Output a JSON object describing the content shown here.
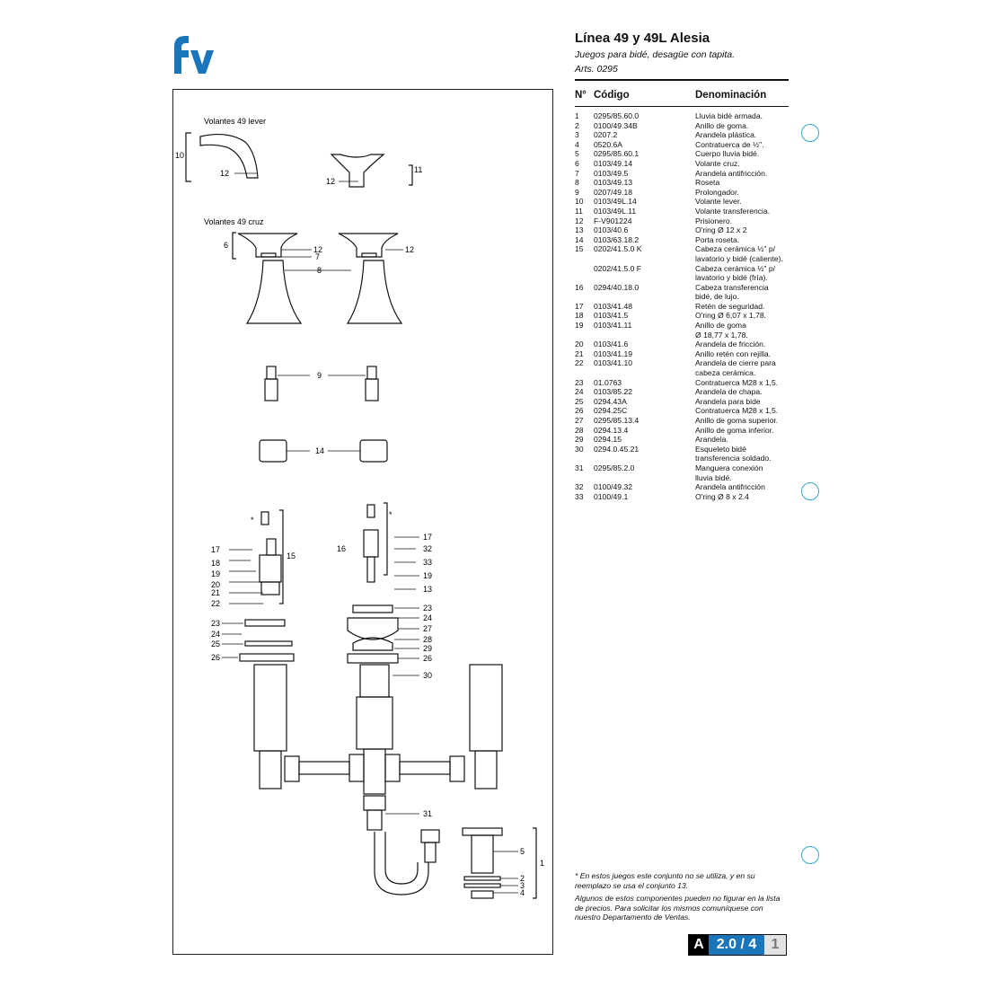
{
  "header": {
    "logo": "fv",
    "title": "Línea 49 y 49L Alesia",
    "subtitle": "Juegos para bidé, desagüe con tapita.",
    "arts": "Arts. 0295"
  },
  "brand_color": "#1a75bb",
  "table": {
    "col_num": "N°",
    "col_code": "Código",
    "col_name": "Denominación",
    "rows": [
      {
        "n": "1",
        "code": "0295/85.60.0",
        "name": "Lluvia bidé armada."
      },
      {
        "n": "2",
        "code": "0100/49.34B",
        "name": "Anillo de goma."
      },
      {
        "n": "3",
        "code": "0207.2",
        "name": "Arandela plástica."
      },
      {
        "n": "4",
        "code": "0520.6A",
        "name": "Contratuerca de ½\"."
      },
      {
        "n": "5",
        "code": "0295/85.60.1",
        "name": "Cuerpo lluvia bidé."
      },
      {
        "n": "6",
        "code": "0103/49.14",
        "name": "Volante cruz."
      },
      {
        "n": "7",
        "code": "0103/49.5",
        "name": "Arandela antifricción."
      },
      {
        "n": "8",
        "code": "0103/49.13",
        "name": "Roseta"
      },
      {
        "n": "9",
        "code": "0207/49.18",
        "name": "Prolongador."
      },
      {
        "n": "10",
        "code": "0103/49L.14",
        "name": "Volante lever."
      },
      {
        "n": "11",
        "code": "0103/49L.11",
        "name": "Volante transferencia."
      },
      {
        "n": "12",
        "code": "F-V901224",
        "name": "Prisionero."
      },
      {
        "n": "13",
        "code": "0103/40.6",
        "name": "O'ring Ø 12 x 2"
      },
      {
        "n": "14",
        "code": "0103/63.18.2",
        "name": "Porta roseta."
      },
      {
        "n": "15",
        "code": "0202/41.5.0 K",
        "name": "Cabeza cerámica ½\" p/\nlavatorio y bidé (caliente)."
      },
      {
        "n": "",
        "code": "0202/41.5.0 F",
        "name": "Cabeza cerámica ½\" p/\nlavatorio y bidé (fría)."
      },
      {
        "n": "16",
        "code": "0294/40.18.0",
        "name": "Cabeza transferencia\nbidé, de lujo."
      },
      {
        "n": "17",
        "code": "0103/41.48",
        "name": "Retén de seguridad."
      },
      {
        "n": "18",
        "code": "0103/41.5",
        "name": "O'ring Ø 6,07 x 1,78."
      },
      {
        "n": "19",
        "code": "0103/41.11",
        "name": "Anillo de goma\nØ 18,77 x 1,78."
      },
      {
        "n": "20",
        "code": "0103/41.6",
        "name": "Arandela de fricción."
      },
      {
        "n": "21",
        "code": "0103/41.19",
        "name": "Anillo retén con rejilla."
      },
      {
        "n": "22",
        "code": "0103/41.10",
        "name": "Arandela de cierre para\ncabeza cerámica."
      },
      {
        "n": "23",
        "code": "01.0763",
        "name": "Contratuerca M28 x 1,5."
      },
      {
        "n": "24",
        "code": "0103/85.22",
        "name": "Arandela de chapa."
      },
      {
        "n": "25",
        "code": "0294.43A",
        "name": "Arandela para bide"
      },
      {
        "n": "26",
        "code": "0294.25C",
        "name": "Contratuerca M28 x 1,5."
      },
      {
        "n": "27",
        "code": "0295/85.13.4",
        "name": "Anillo de goma superior."
      },
      {
        "n": "28",
        "code": "0294.13.4",
        "name": "Anillo de goma inferior."
      },
      {
        "n": "29",
        "code": "0294.15",
        "name": "Arandela."
      },
      {
        "n": "30",
        "code": "0294.0.45.21",
        "name": "Esqueleto bidé\ntransferencia soldado."
      },
      {
        "n": "31",
        "code": "0295/85.2.0",
        "name": "Manguera conexión\nlluvia bidé."
      },
      {
        "n": "32",
        "code": "0100/49.32",
        "name": "Arandela antifricción"
      },
      {
        "n": "33",
        "code": "0100/49.1",
        "name": "O'ring Ø 8 x 2.4"
      }
    ]
  },
  "diagram": {
    "caption_lever": "Volantes 49 lever",
    "caption_cruz": "Volantes 49 cruz",
    "asterisk": "*",
    "callouts": {
      "c1": "1",
      "c2": "2",
      "c3": "3",
      "c4": "4",
      "c5": "5",
      "c6": "6",
      "c7": "7",
      "c8": "8",
      "c9": "9",
      "c10": "10",
      "c11": "11",
      "c12": "12",
      "c13": "13",
      "c14": "14",
      "c15": "15",
      "c16": "16",
      "c17": "17",
      "c18": "18",
      "c19": "19",
      "c20": "20",
      "c21": "21",
      "c22": "22",
      "c23": "23",
      "c24": "24",
      "c25": "25",
      "c26": "26",
      "c27": "27",
      "c28": "28",
      "c29": "29",
      "c30": "30",
      "c31": "31",
      "c32": "32",
      "c33": "33"
    }
  },
  "notes": {
    "asterisk_note": "* En estos juegos este conjunto no se utiliza, y en su reemplazo se usa el conjunto 13.",
    "availability_note": "Algunos de estos componentes pueden no figurar en la lista de precios. Para solicitar los mismos comuníquese con nuestro Departamento de Ventas."
  },
  "page_badge": {
    "section": "A",
    "page": "2.0 / 4",
    "sheet": "1"
  }
}
